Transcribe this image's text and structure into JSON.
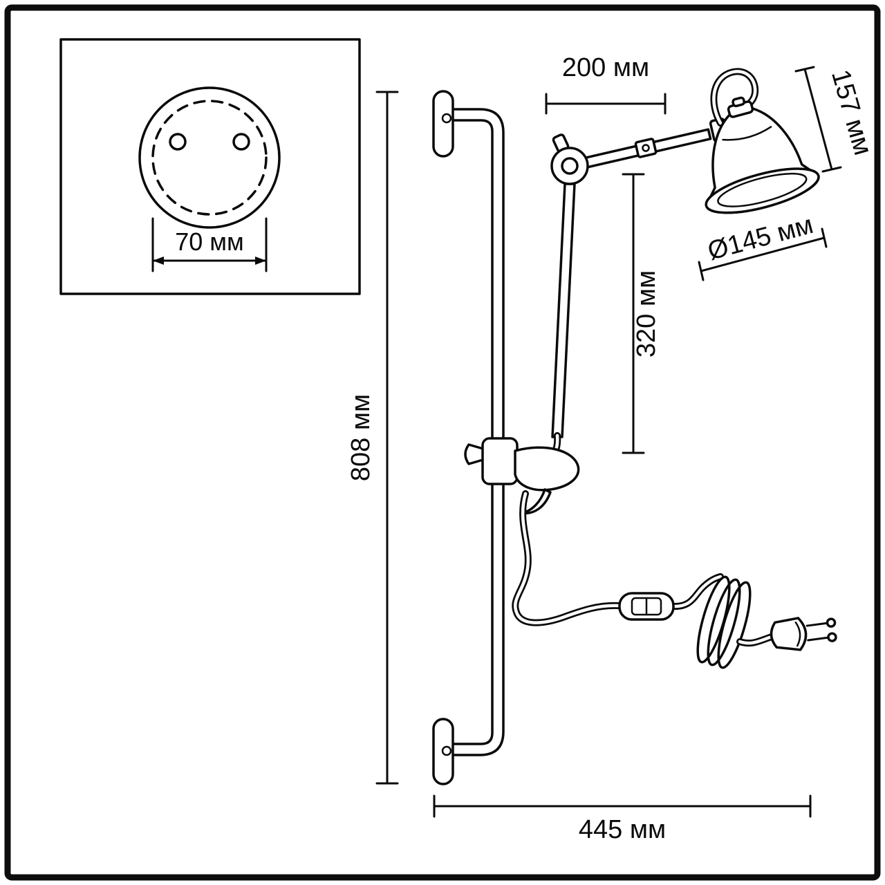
{
  "colors": {
    "ink": "#0a0a0a",
    "paper": "#ffffff"
  },
  "labels": {
    "hole_spacing": "70 мм",
    "arm_length": "200 мм",
    "shade_height": "157 мм",
    "shade_diameter": "Ø145 мм",
    "shade_drop": "320 мм",
    "total_height": "808 мм",
    "overall_width": "445 мм"
  }
}
